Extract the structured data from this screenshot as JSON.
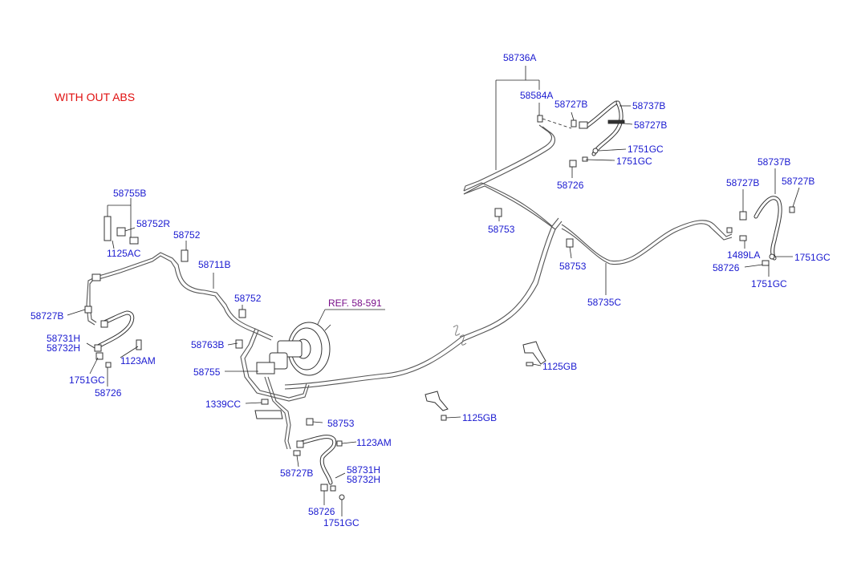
{
  "title": "WITH OUT ABS",
  "ref_label": "REF. 58-591",
  "labels": {
    "l58736A": "58736A",
    "l58584A": "58584A",
    "l58727B_a": "58727B",
    "l58737B_a": "58737B",
    "l58727B_b": "58727B",
    "l1751GC_a": "1751GC",
    "l1751GC_b": "1751GC",
    "l58726_a": "58726",
    "l58737B_b": "58737B",
    "l58727B_c": "58727B",
    "l58727B_d": "58727B",
    "l58753_a": "58753",
    "l58753_b": "58753",
    "l1489LA": "1489LA",
    "l1751GC_c": "1751GC",
    "l58726_b": "58726",
    "l1751GC_d": "1751GC",
    "l58735C": "58735C",
    "l58755B": "58755B",
    "l58752R": "58752R",
    "l1125AC": "1125AC",
    "l58752_a": "58752",
    "l58711B": "58711B",
    "l58752_b": "58752",
    "l58727B_e": "58727B",
    "l58731H_a": "58731H",
    "l58732H_a": "58732H",
    "l1123AM_a": "1123AM",
    "l1751GC_e": "1751GC",
    "l58726_c": "58726",
    "l58763B": "58763B",
    "l58755": "58755",
    "l1339CC": "1339CC",
    "l58753_c": "58753",
    "l1123AM_b": "1123AM",
    "l58727B_f": "58727B",
    "l58731H_b": "58731H",
    "l58732H_b": "58732H",
    "l58726_d": "58726",
    "l1751GC_f": "1751GC",
    "l1125GB_a": "1125GB",
    "l1125GB_b": "1125GB"
  }
}
